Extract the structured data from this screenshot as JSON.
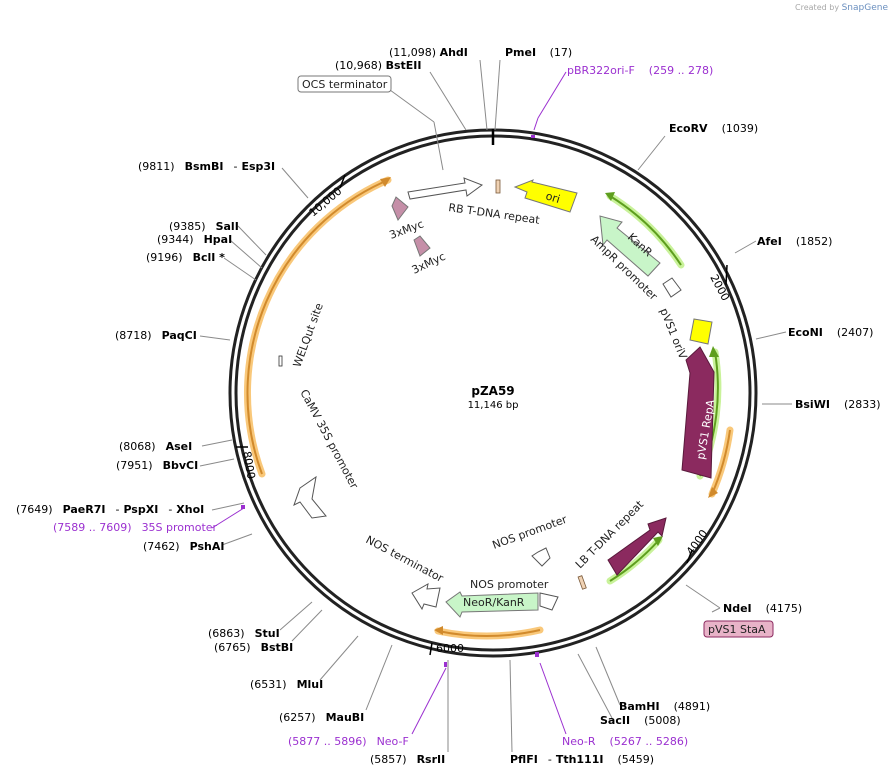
{
  "credit": {
    "created_by": "Created by",
    "brand": "SnapGene"
  },
  "plasmid": {
    "name": "pZA59",
    "length": "11,146 bp"
  },
  "ticks": {
    "t2000": "2000",
    "t4000": "4000",
    "t6000": "6000",
    "t8000": "8000",
    "t10000": "10,000"
  },
  "sites": {
    "ahdi": {
      "pos": "(11,098)",
      "name": "AhdI"
    },
    "bsteii": {
      "pos": "(10,968)",
      "name": "BstEII"
    },
    "pmei": {
      "name": "PmeI",
      "pos": "(17)"
    },
    "ecorv": {
      "name": "EcoRV",
      "pos": "(1039)"
    },
    "afei": {
      "name": "AfeI",
      "pos": "(1852)"
    },
    "econi": {
      "name": "EcoNI",
      "pos": "(2407)"
    },
    "bsiwi": {
      "name": "BsiWI",
      "pos": "(2833)"
    },
    "ndei": {
      "name": "NdeI",
      "pos": "(4175)"
    },
    "bamhi": {
      "name": "BamHI",
      "pos": "(4891)"
    },
    "sacii": {
      "name": "SacII",
      "pos": "(5008)"
    },
    "pflfi": {
      "name": "PflFI",
      "sep": "-",
      "name2": "Tth111I",
      "pos": "(5459)"
    },
    "rsrii": {
      "pos": "(5857)",
      "name": "RsrII"
    },
    "maubi": {
      "pos": "(6257)",
      "name": "MauBI"
    },
    "mlui": {
      "pos": "(6531)",
      "name": "MluI"
    },
    "bstbi": {
      "pos": "(6765)",
      "name": "BstBI"
    },
    "stui": {
      "pos": "(6863)",
      "name": "StuI"
    },
    "pshai": {
      "pos": "(7462)",
      "name": "PshAI"
    },
    "paer7i": {
      "pos": "(7649)",
      "name": "PaeR7I",
      "sep1": "-",
      "name2": "PspXI",
      "sep2": "-",
      "name3": "XhoI"
    },
    "bbvci": {
      "pos": "(7951)",
      "name": "BbvCI"
    },
    "asei": {
      "pos": "(8068)",
      "name": "AseI"
    },
    "paqci": {
      "pos": "(8718)",
      "name": "PaqCI"
    },
    "bcli": {
      "pos": "(9196)",
      "name": "BclI *"
    },
    "hpai": {
      "pos": "(9344)",
      "name": "HpaI"
    },
    "sali": {
      "pos": "(9385)",
      "name": "SalI"
    },
    "bsmbi": {
      "pos": "(9811)",
      "name": "BsmBI",
      "sep": "-",
      "name2": "Esp3I"
    }
  },
  "primers": {
    "pbr322": {
      "name": "pBR322ori-F",
      "range": "(259 .. 278)"
    },
    "neor": {
      "name": "Neo-R",
      "range": "(5267 .. 5286)"
    },
    "neof": {
      "range": "(5877 .. 5896)",
      "name": "Neo-F"
    },
    "p35s": {
      "range": "(7589 .. 7609)",
      "name": "35S promoter"
    }
  },
  "boxed_labels": {
    "ocs": "OCS terminator",
    "stab": "pVS1 StaA"
  },
  "features": {
    "ori": "ori",
    "kanr": "KanR",
    "ampr_promoter": "AmpR promoter",
    "pvs1_oriv": "pVS1 oriV",
    "pvs1_repa": "pVS1 RepA",
    "lb_repeat": "LB T-DNA repeat",
    "nos_promoter_1": "NOS promoter",
    "nos_promoter_2": "NOS promoter",
    "neor_kanr": "NeoR/KanR",
    "nos_terminator": "NOS terminator",
    "camv_35s": "CaMV 35S promoter",
    "welqut": "WELQut site",
    "myc1": "3xMyc",
    "myc2": "3xMyc",
    "rb_repeat": "RB T-DNA repeat"
  },
  "colors": {
    "backbone": "#222222",
    "ori": "#ffff00",
    "kanr": "#c8f5c8",
    "repa": "#8b2a5f",
    "myc": "#c58fa8",
    "orf_halo": "#f9c87a",
    "orf_arrow": "#d18a2c",
    "orf_halo_green": "#c9f29a",
    "orf_arrow_green": "#5e9e1e",
    "primer": "#9b30d0",
    "stab_box": "#e8b3c8"
  }
}
